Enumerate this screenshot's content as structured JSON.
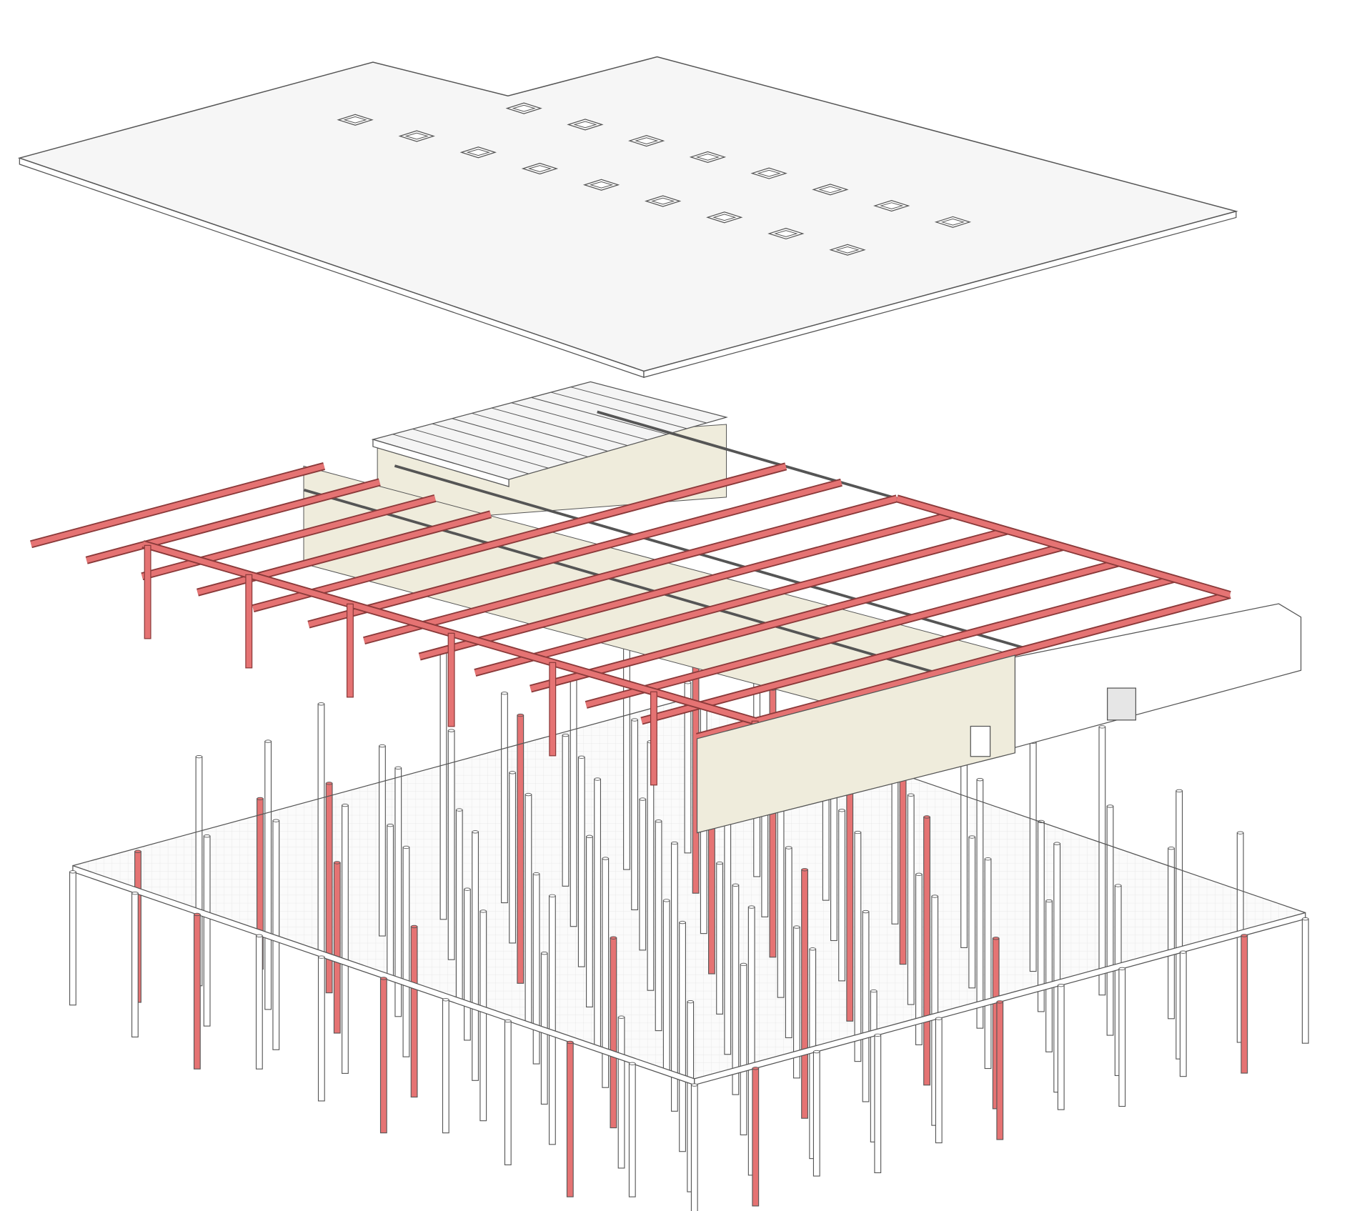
{
  "diagram": {
    "type": "exploded-axonometric",
    "layers": [
      "roof-slab",
      "roof-structure",
      "ground-slab-and-piles"
    ]
  },
  "colors": {
    "background": "#ffffff",
    "slab_fill": "#f6f6f6",
    "outline": "#555555",
    "steel_red": "#e57373",
    "steel_red_edge": "#8a3a3a",
    "wall_beige": "#efecdc",
    "grid_line": "#e6e6e6",
    "pile_white": "#ffffff"
  }
}
